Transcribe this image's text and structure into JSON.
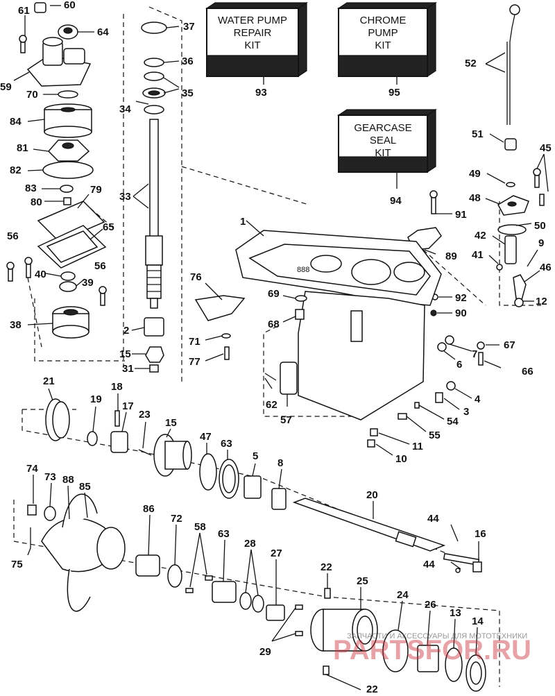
{
  "kits": [
    {
      "lines": [
        "WATER PUMP",
        "REPAIR",
        "KIT"
      ],
      "number": "93"
    },
    {
      "lines": [
        "CHROME",
        "PUMP",
        "KIT"
      ],
      "number": "95"
    },
    {
      "lines": [
        "GEARCASE",
        "SEAL",
        "KIT"
      ],
      "number": "94"
    }
  ],
  "labels": {
    "l60": "60",
    "l61": "61",
    "l64": "64",
    "l37": "37",
    "l36": "36",
    "l35": "35",
    "l34": "34",
    "l59": "59",
    "l70": "70",
    "l84": "84",
    "l81": "81",
    "l82": "82",
    "l83": "83",
    "l80": "80",
    "l79": "79",
    "l65": "65",
    "l56a": "56",
    "l56b": "56",
    "l40": "40",
    "l39": "39",
    "l38": "38",
    "l33": "33",
    "l2": "2",
    "l15a": "15",
    "l31": "31",
    "l76": "76",
    "l69": "69",
    "l68": "68",
    "l71": "71",
    "l77": "77",
    "l1": "1",
    "l52": "52",
    "l51": "51",
    "l45": "45",
    "l49": "49",
    "l48": "48",
    "l91": "91",
    "l50": "50",
    "l42": "42",
    "l9": "9",
    "l41": "41",
    "l46": "46",
    "l89": "89",
    "l92": "92",
    "l90": "90",
    "l12": "12",
    "l67": "67",
    "l7": "7",
    "l6": "6",
    "l66": "66",
    "l4": "4",
    "l3": "3",
    "l54": "54",
    "l55": "55",
    "l11": "11",
    "l10": "10",
    "l62": "62",
    "l57": "57",
    "l21": "21",
    "l19": "19",
    "l18": "18",
    "l17": "17",
    "l23": "23",
    "l15b": "15",
    "l47": "47",
    "l63a": "63",
    "l5": "5",
    "l8": "8",
    "l20": "20",
    "l74": "74",
    "l73": "73",
    "l88": "88",
    "l85": "85",
    "l86": "86",
    "l72": "72",
    "l58": "58",
    "l63b": "63",
    "l28": "28",
    "l27": "27",
    "l44a": "44",
    "l16": "16",
    "l44b": "44",
    "l75": "75",
    "l22a": "22",
    "l25": "25",
    "l24": "24",
    "l26": "26",
    "l13": "13",
    "l14": "14",
    "l29": "29",
    "l22b": "22"
  },
  "casting_text": "888",
  "watermark": {
    "caption": "ЗАПЧАСТИ И АКСЕССУАРЫ ДЛЯ МОТОТЕХНИКИ",
    "brand": "PARTSFOR.RU"
  }
}
